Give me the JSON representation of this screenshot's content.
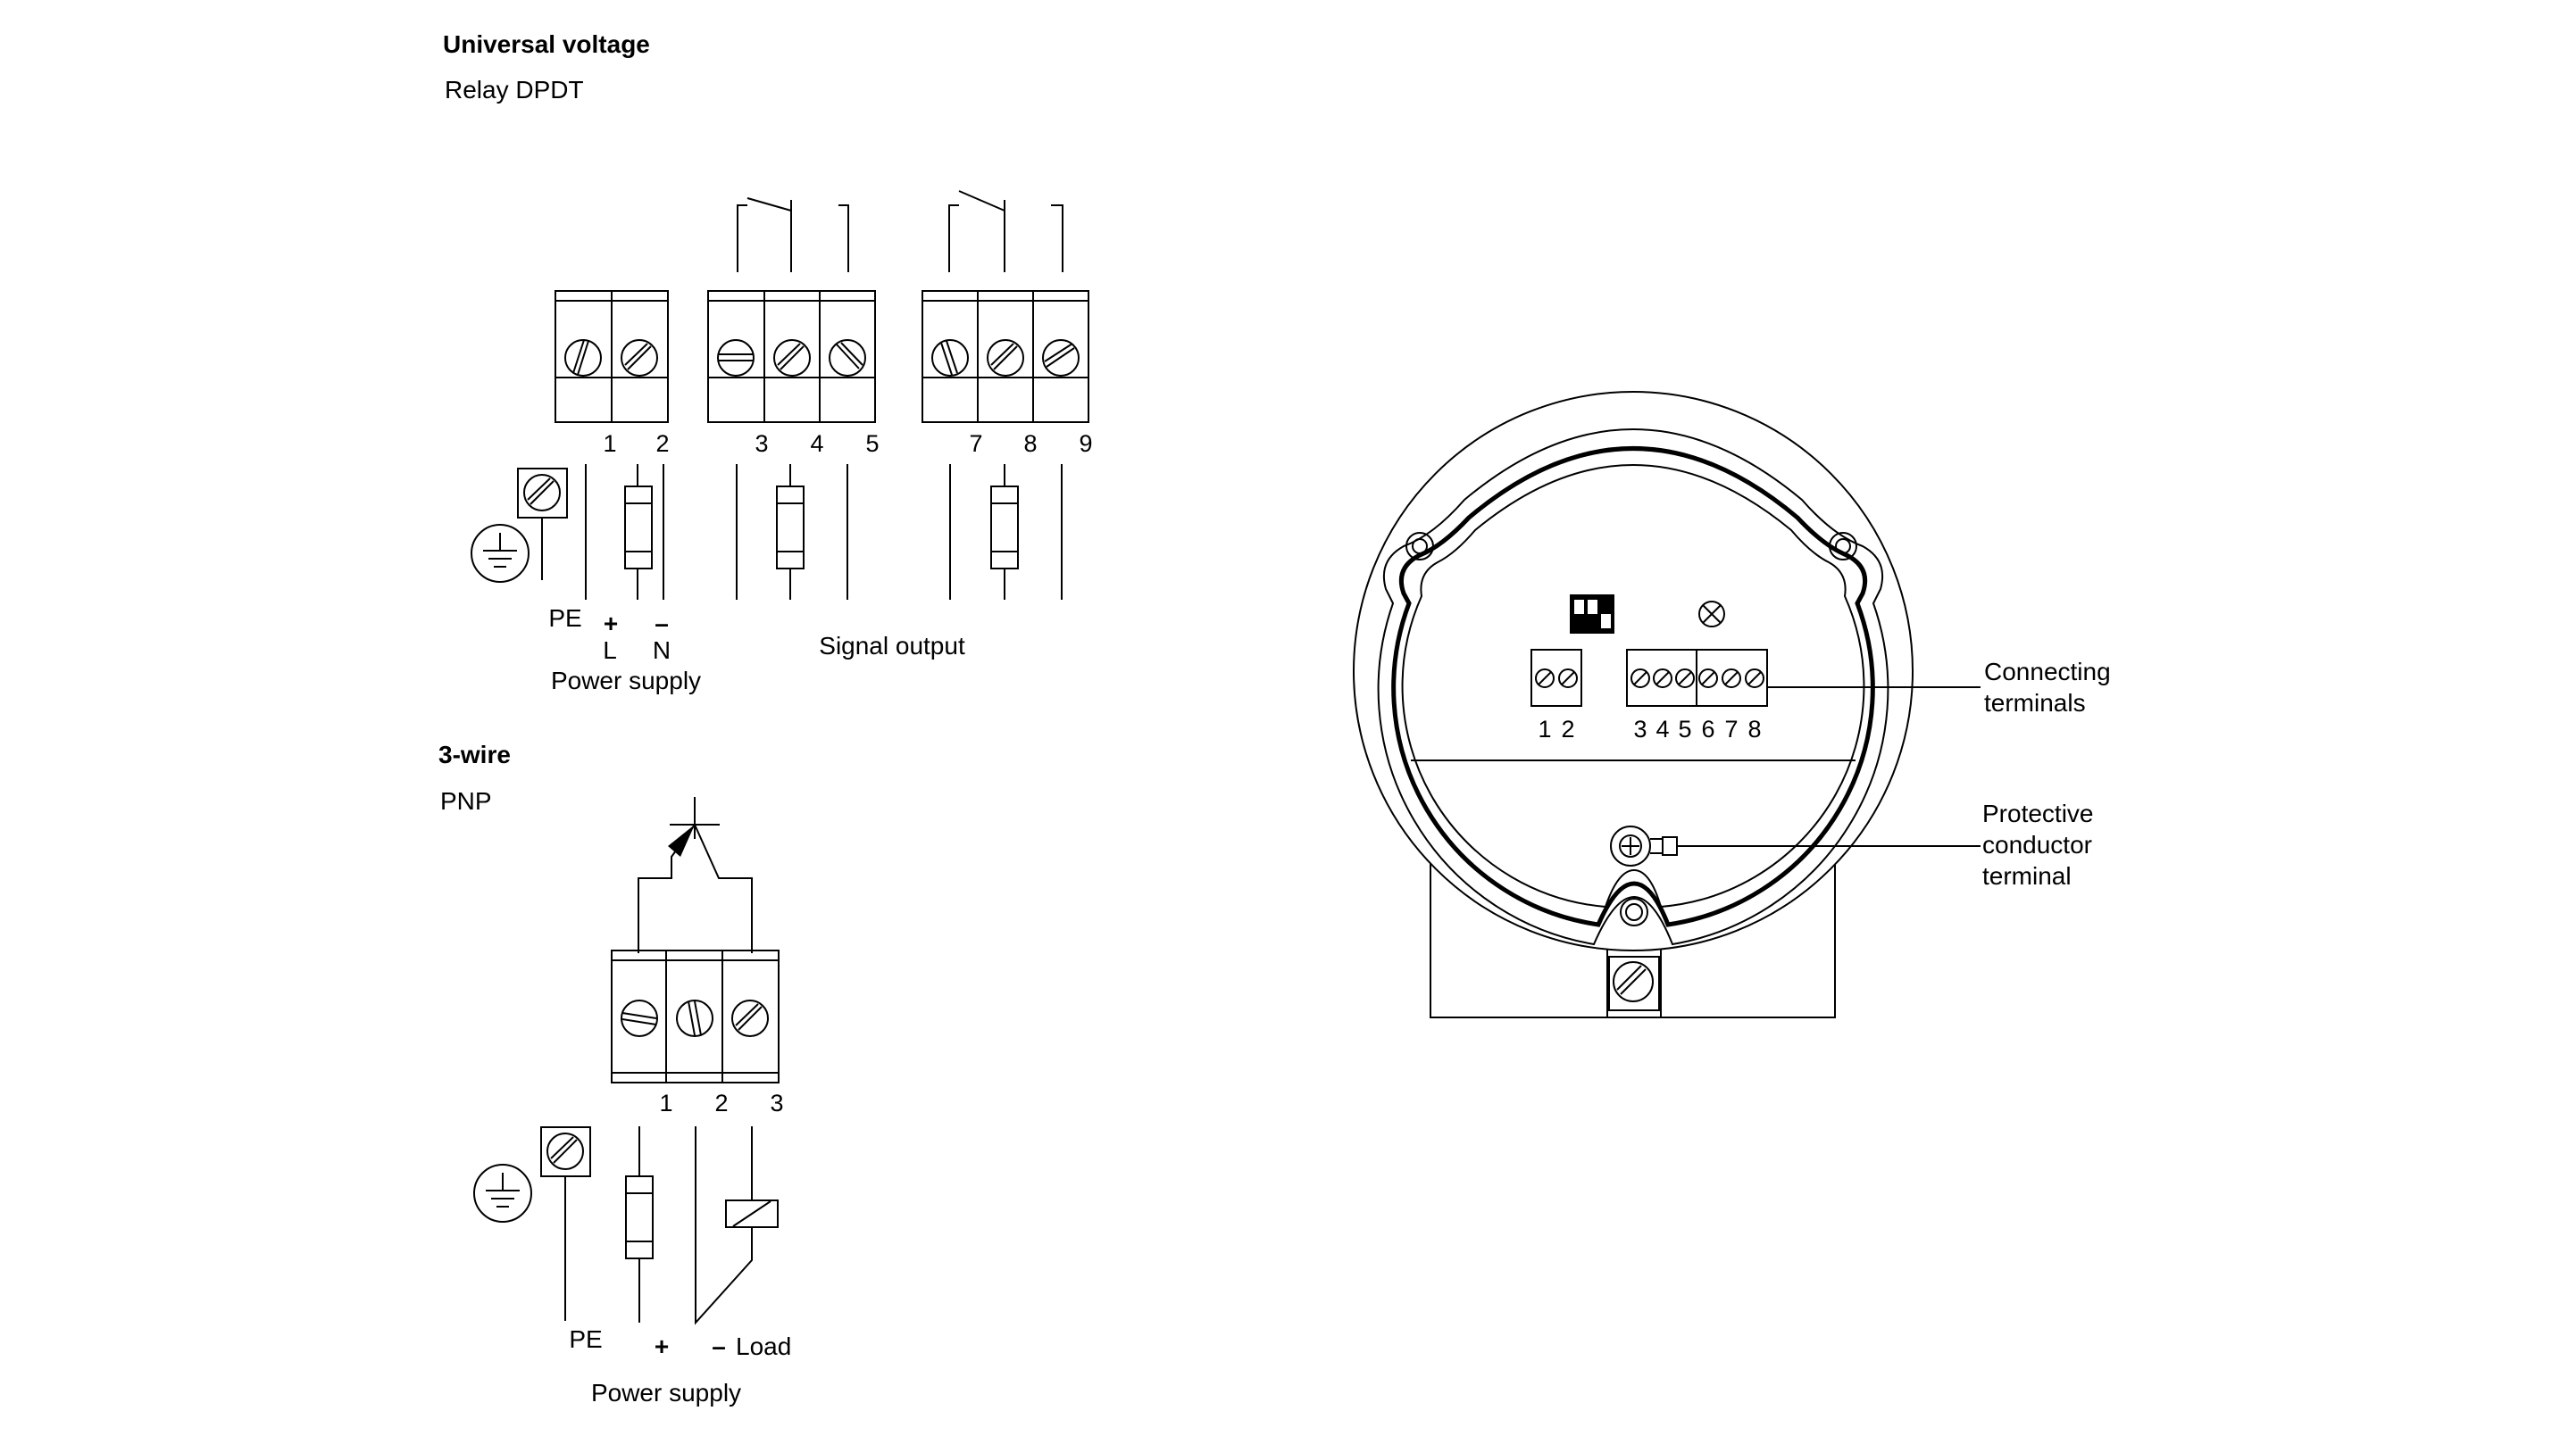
{
  "universal": {
    "title": "Universal voltage",
    "subtitle": "Relay DPDT",
    "terminals": [
      "1",
      "2",
      "3",
      "4",
      "5",
      "7",
      "8",
      "9"
    ],
    "pe": "PE",
    "plus": "+",
    "minus": "–",
    "l": "L",
    "n": "N",
    "power_supply": "Power supply",
    "signal_output": "Signal output"
  },
  "three_wire": {
    "title": "3-wire",
    "subtitle": "PNP",
    "terminals": [
      "1",
      "2",
      "3"
    ],
    "pe": "PE",
    "plus": "+",
    "minus": "–",
    "load": "Load",
    "power_supply": "Power supply"
  },
  "housing": {
    "terminal_numbers": [
      "1",
      "2",
      "3",
      "4",
      "5",
      "6",
      "7",
      "8"
    ],
    "connecting_terminals": [
      "Connecting",
      "terminals"
    ],
    "protective_conductor": [
      "Protective",
      "conductor",
      "terminal"
    ]
  }
}
